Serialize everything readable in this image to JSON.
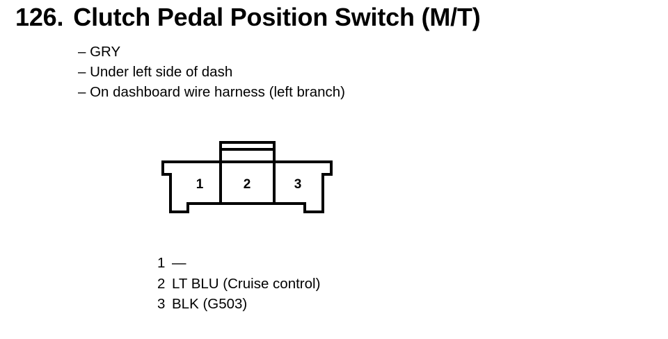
{
  "title": {
    "number": "126.",
    "text": "Clutch Pedal Position Switch (M/T)"
  },
  "details": [
    "– GRY",
    "– Under left side of dash",
    "– On dashboard wire harness (left branch)"
  ],
  "connector": {
    "cavities": [
      "1",
      "2",
      "3"
    ]
  },
  "pins": [
    {
      "pin": "1",
      "desc": "—"
    },
    {
      "pin": "2",
      "desc": "LT BLU (Cruise control)"
    },
    {
      "pin": "3",
      "desc": "BLK (G503)"
    }
  ]
}
